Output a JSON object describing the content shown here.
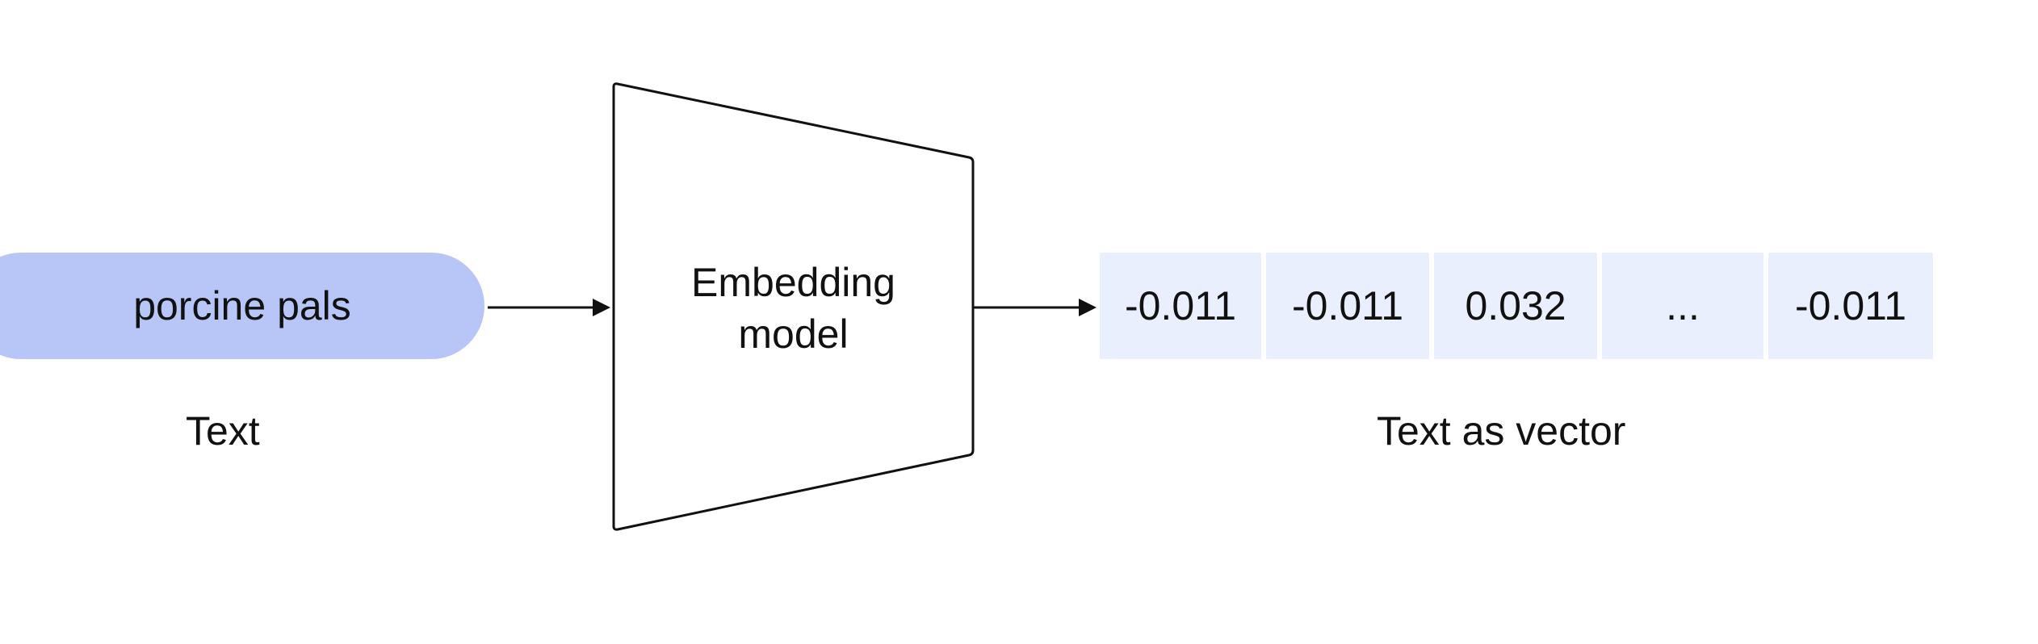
{
  "diagram": {
    "input_text": "porcine pals",
    "input_caption": "Text",
    "model_label_line1": "Embedding",
    "model_label_line2": "model",
    "output_caption": "Text as vector",
    "vector_values": [
      "-0.011",
      "-0.011",
      "0.032",
      "...",
      "-0.011"
    ],
    "colors": {
      "pill_fill": "#b7c6f7",
      "vector_cell_fill": "#e9effc",
      "stroke": "#111111",
      "background": "#ffffff"
    }
  }
}
